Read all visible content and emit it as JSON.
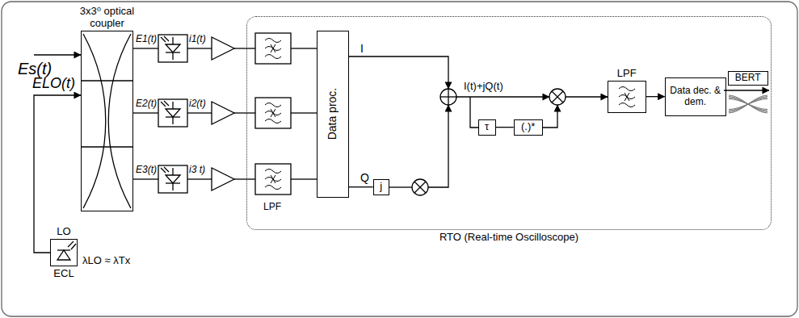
{
  "diagram": {
    "nodes": [
      {
        "text": [
          "3x3⁰ optical coupler"
        ]
      },
      {
        "text": [
          "LO",
          "ECL"
        ]
      },
      {
        "text": [
          "RTO (Real-time Oscilloscope)"
        ]
      },
      {
        "text": [
          "Data proc."
        ],
        "in": 2
      },
      {
        "text": [
          "j"
        ],
        "in": 2
      },
      {
        "text": [
          "τ"
        ],
        "in": 2
      },
      {
        "text": [
          "(.)*"
        ],
        "in": 2
      },
      {
        "text": [
          "LPF"
        ],
        "in": 2
      },
      {
        "text": [
          "Data dec. & dem."
        ],
        "in": 2
      },
      {
        "text": [
          "BERT"
        ],
        "in": 2
      }
    ],
    "edges": [
      {
        "from": 1,
        "to": 0,
        "arrow": "to"
      },
      {
        "from": 3,
        "to": 4,
        "arrow": "none"
      },
      {
        "from": 5,
        "to": 6,
        "arrow": "none"
      },
      {
        "from": 7,
        "to": 8,
        "arrow": "to"
      }
    ],
    "labels": [
      "Es(t)",
      "ELO(t)",
      "E1(t)",
      "i1(t)",
      "E2(t)",
      "i2(t)",
      "E3(t)",
      "i3 t)",
      "LPF",
      "I",
      "Q",
      "I(t)+jQ(t)",
      "λLO ≈ λTx"
    ]
  }
}
